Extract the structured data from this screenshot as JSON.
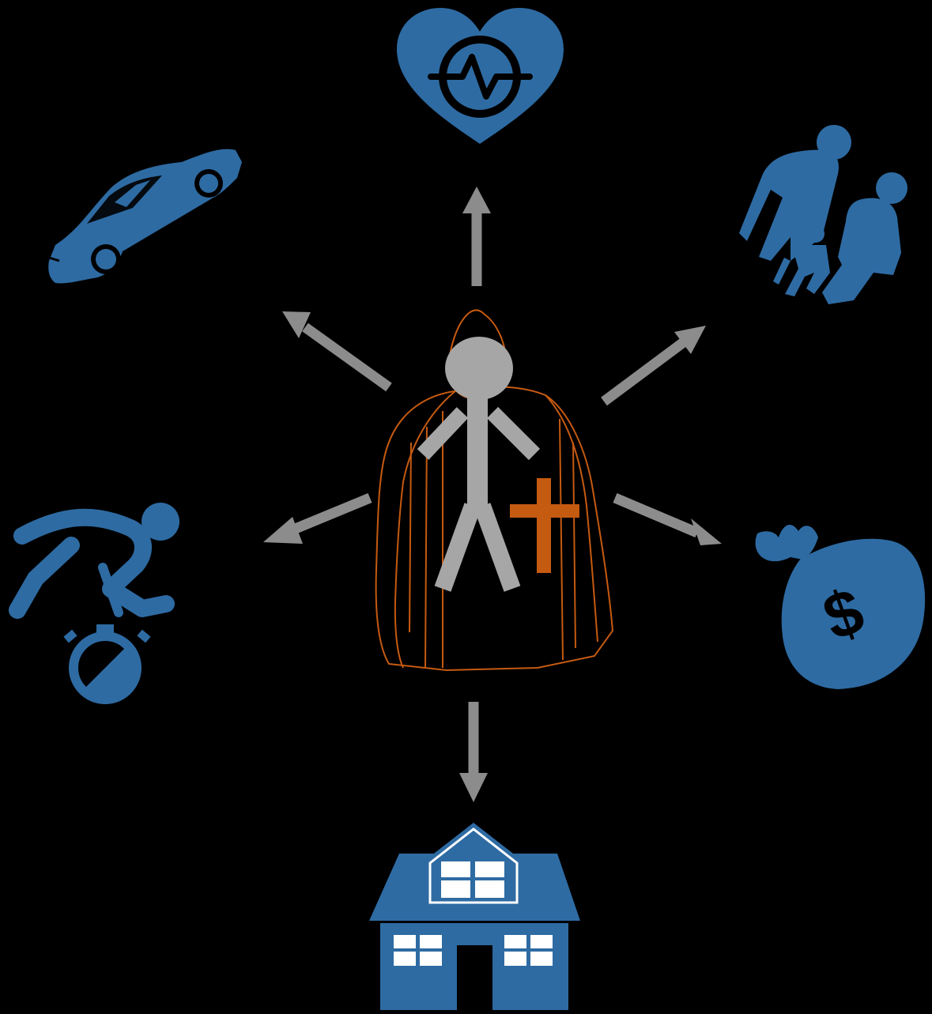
{
  "diagram": {
    "colors": {
      "background": "#000000",
      "icon": "#2e6ba3",
      "arrow": "#8c8c8c",
      "figure": "#a6a6a6",
      "cape": "#c55a11",
      "cross": "#c55a11"
    },
    "center": {
      "icon": "caped-stick-figure-with-cross"
    },
    "nodes": [
      {
        "id": "health",
        "icon": "heart-pulse-icon"
      },
      {
        "id": "family",
        "icon": "family-icon"
      },
      {
        "id": "money",
        "icon": "money-bag-dollar-icon"
      },
      {
        "id": "house",
        "icon": "house-icon"
      },
      {
        "id": "fitness",
        "icon": "cyclist-stopwatch-icon"
      },
      {
        "id": "car",
        "icon": "car-icon"
      }
    ]
  }
}
